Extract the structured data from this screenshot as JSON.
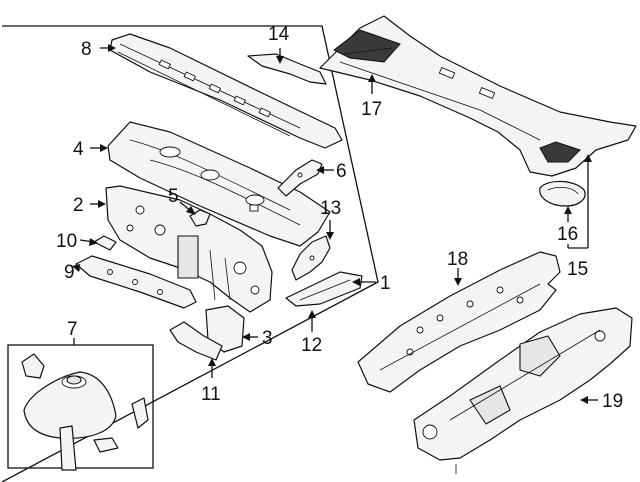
{
  "callouts": [
    {
      "id": "c1",
      "label": "1"
    },
    {
      "id": "c2",
      "label": "2"
    },
    {
      "id": "c3",
      "label": "3"
    },
    {
      "id": "c4",
      "label": "4"
    },
    {
      "id": "c5",
      "label": "5"
    },
    {
      "id": "c6",
      "label": "6"
    },
    {
      "id": "c7",
      "label": "7"
    },
    {
      "id": "c8",
      "label": "8"
    },
    {
      "id": "c9",
      "label": "9"
    },
    {
      "id": "c10",
      "label": "10"
    },
    {
      "id": "c11",
      "label": "11"
    },
    {
      "id": "c12",
      "label": "12"
    },
    {
      "id": "c13",
      "label": "13"
    },
    {
      "id": "c14",
      "label": "14"
    },
    {
      "id": "c15",
      "label": "15"
    },
    {
      "id": "c16",
      "label": "16"
    },
    {
      "id": "c17",
      "label": "17"
    },
    {
      "id": "c18",
      "label": "18"
    },
    {
      "id": "c19",
      "label": "19"
    }
  ]
}
